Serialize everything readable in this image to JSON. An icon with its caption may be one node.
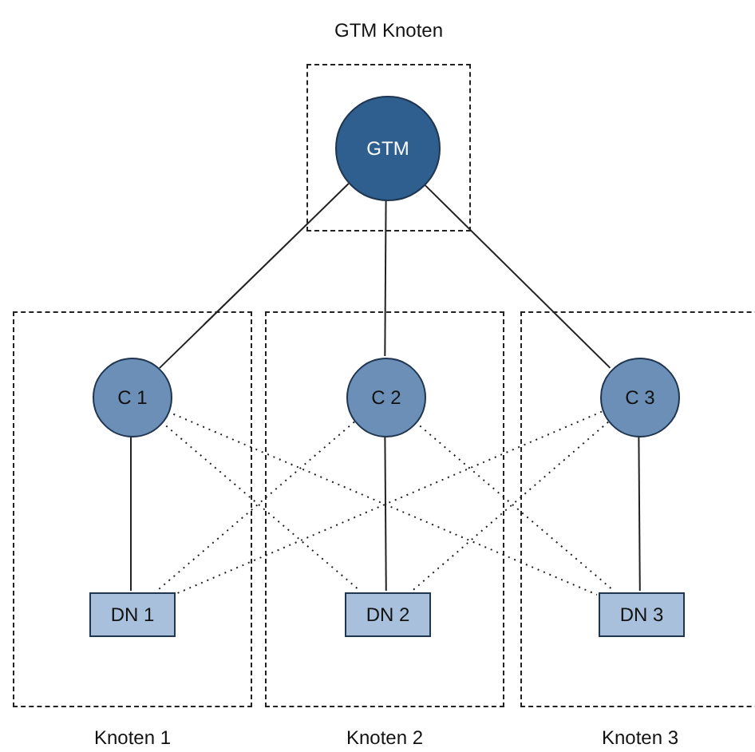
{
  "diagram": {
    "nodes": [
      {
        "text": [
          "GTM Knoten"
        ]
      },
      {
        "text": [
          "GTM"
        ],
        "in": 0
      },
      {
        "text": [
          "Knoten 1"
        ]
      },
      {
        "text": [
          "C 1"
        ],
        "in": 2
      },
      {
        "text": [
          "DN 1"
        ],
        "in": 2
      },
      {
        "text": [
          "Knoten 2"
        ]
      },
      {
        "text": [
          "C 2"
        ],
        "in": 5
      },
      {
        "text": [
          "DN 2"
        ],
        "in": 5
      },
      {
        "text": [
          "Knoten 3"
        ]
      },
      {
        "text": [
          "C 3"
        ],
        "in": 8
      },
      {
        "text": [
          "DN 3"
        ],
        "in": 8
      }
    ],
    "edges": [
      {
        "from": 1,
        "to": 3,
        "arrow": "none"
      },
      {
        "from": 1,
        "to": 6,
        "arrow": "none"
      },
      {
        "from": 1,
        "to": 9,
        "arrow": "none"
      },
      {
        "from": 3,
        "to": 4,
        "arrow": "none"
      },
      {
        "from": 6,
        "to": 7,
        "arrow": "none"
      },
      {
        "from": 9,
        "to": 10,
        "arrow": "none"
      },
      {
        "from": 3,
        "to": 7,
        "arrow": "none",
        "style": "dashed"
      },
      {
        "from": 3,
        "to": 10,
        "arrow": "none",
        "style": "dashed"
      },
      {
        "from": 6,
        "to": 4,
        "arrow": "none",
        "style": "dashed"
      },
      {
        "from": 6,
        "to": 10,
        "arrow": "none",
        "style": "dashed"
      },
      {
        "from": 9,
        "to": 4,
        "arrow": "none",
        "style": "dashed"
      },
      {
        "from": 9,
        "to": 7,
        "arrow": "none",
        "style": "dashed"
      }
    ]
  }
}
